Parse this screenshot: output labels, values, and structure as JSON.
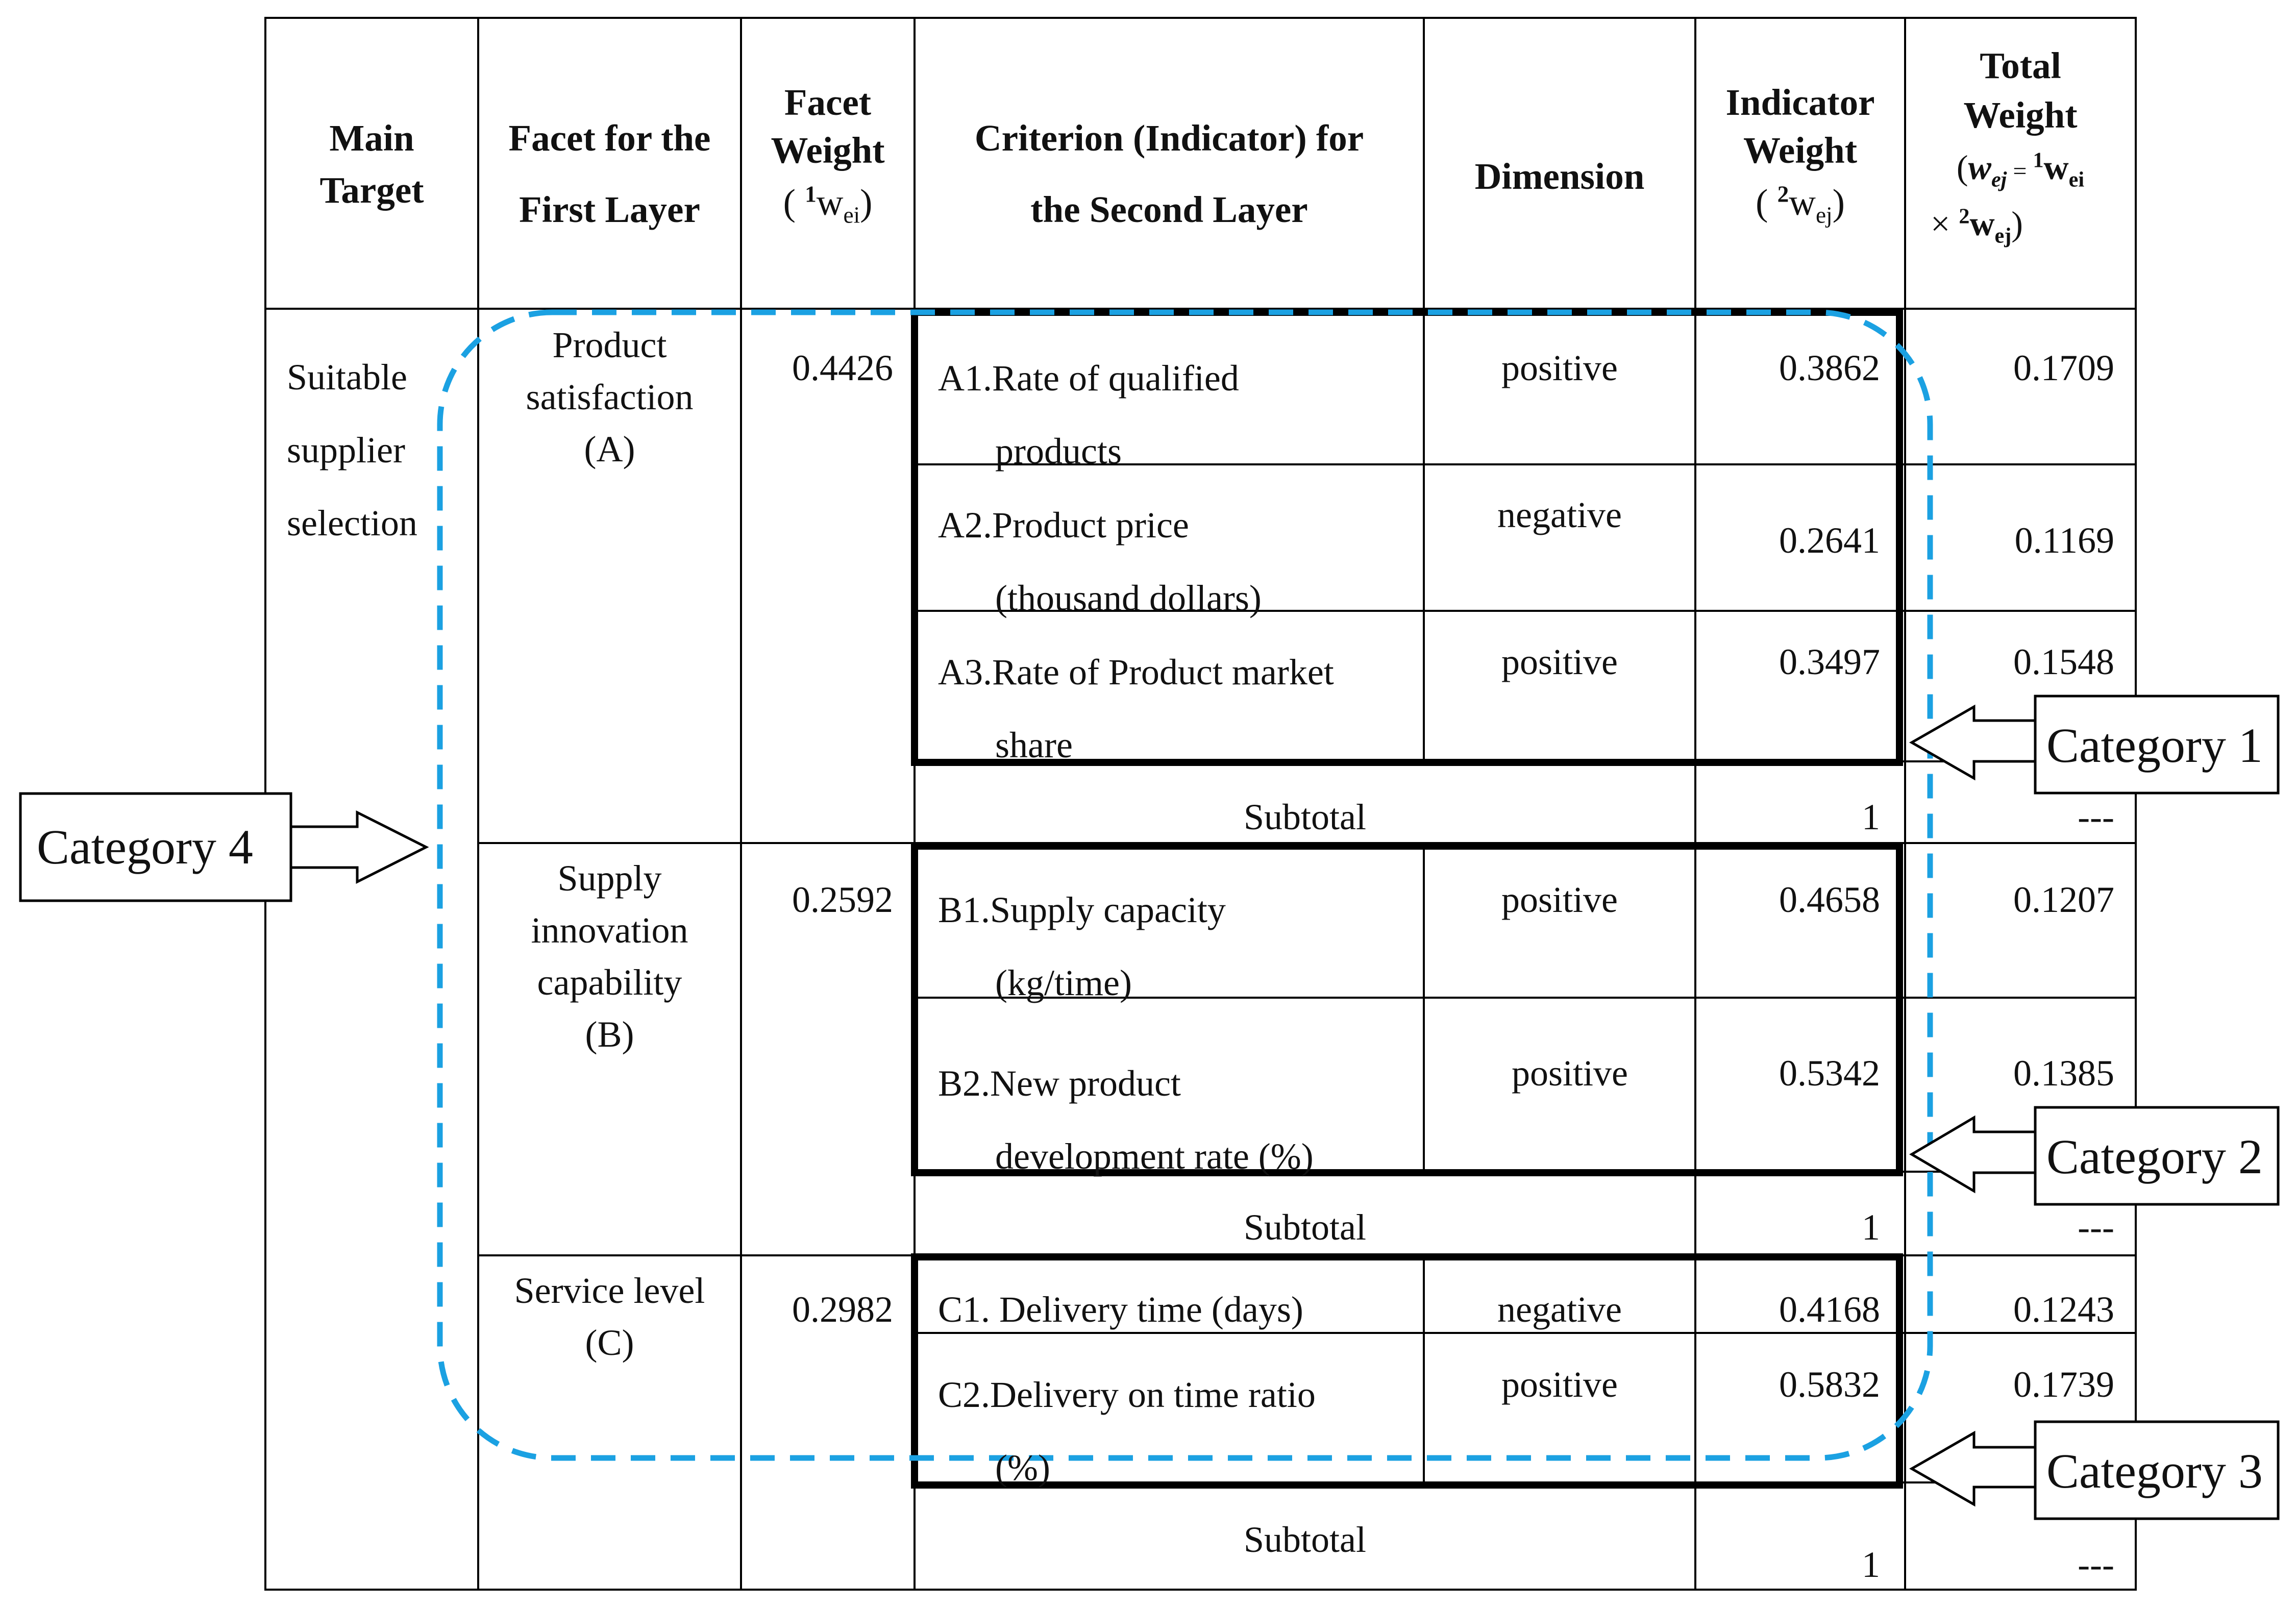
{
  "headers": {
    "main_target": [
      "Main",
      "Target"
    ],
    "facet": [
      "Facet for the",
      "First Layer"
    ],
    "facet_weight": [
      "Facet",
      "Weight",
      "( ",
      "1",
      "w",
      "ei",
      ")"
    ],
    "criterion": [
      "Criterion (Indicator) for",
      "the Second Layer"
    ],
    "dimension": "Dimension",
    "indicator_weight": [
      "Indicator",
      "Weight",
      "( ",
      "2",
      "w",
      "ej",
      ")"
    ],
    "total_weight": [
      "Total",
      "Weight",
      "(",
      "w",
      "ej",
      " =  ",
      "1",
      "w",
      "ei",
      "×  ",
      "2",
      "w",
      "ej",
      ")"
    ]
  },
  "main_target": [
    "Suitable",
    "supplier",
    "selection"
  ],
  "facets": [
    {
      "name_lines": [
        "Product",
        "satisfaction",
        "(A)"
      ],
      "weight": "0.4426",
      "criteria": [
        {
          "lines": [
            "A1.Rate of qualified",
            "products"
          ],
          "dimension": "positive",
          "indicator_weight": "0.3862",
          "total_weight": "0.1709"
        },
        {
          "lines": [
            "A2.Product price",
            "(thousand dollars)"
          ],
          "dimension": "negative",
          "indicator_weight": "0.2641",
          "total_weight": "0.1169"
        },
        {
          "lines": [
            "A3.Rate of Product market",
            "share"
          ],
          "dimension": "positive",
          "indicator_weight": "0.3497",
          "total_weight": "0.1548"
        }
      ],
      "subtotal": {
        "label": "Subtotal",
        "value": "1",
        "total": "---"
      }
    },
    {
      "name_lines": [
        "Supply",
        "innovation",
        "capability",
        "(B)"
      ],
      "weight": "0.2592",
      "criteria": [
        {
          "lines": [
            "B1.Supply capacity",
            "(kg/time)"
          ],
          "dimension": "positive",
          "indicator_weight": "0.4658",
          "total_weight": "0.1207"
        },
        {
          "lines": [
            "B2.New product",
            "development rate (%)"
          ],
          "dimension": "positive",
          "indicator_weight": "0.5342",
          "total_weight": "0.1385"
        }
      ],
      "subtotal": {
        "label": "Subtotal",
        "value": "1",
        "total": "---"
      }
    },
    {
      "name_lines": [
        "Service level",
        "(C)"
      ],
      "weight": "0.2982",
      "criteria": [
        {
          "lines": [
            "C1. Delivery time (days)"
          ],
          "dimension": "negative",
          "indicator_weight": "0.4168",
          "total_weight": "0.1243"
        },
        {
          "lines": [
            "C2.Delivery on time ratio",
            "(%)"
          ],
          "dimension": "positive",
          "indicator_weight": "0.5832",
          "total_weight": "0.1739"
        }
      ],
      "subtotal": {
        "label": "Subtotal",
        "value": "1",
        "total": "---"
      }
    }
  ],
  "callouts": {
    "category1": "Category 1",
    "category2": "Category 2",
    "category3": "Category 3",
    "category4": "Category 4"
  },
  "colors": {
    "grid_line": "#000000",
    "dashed_outline": "#1ba1e2",
    "text": "#111111"
  }
}
